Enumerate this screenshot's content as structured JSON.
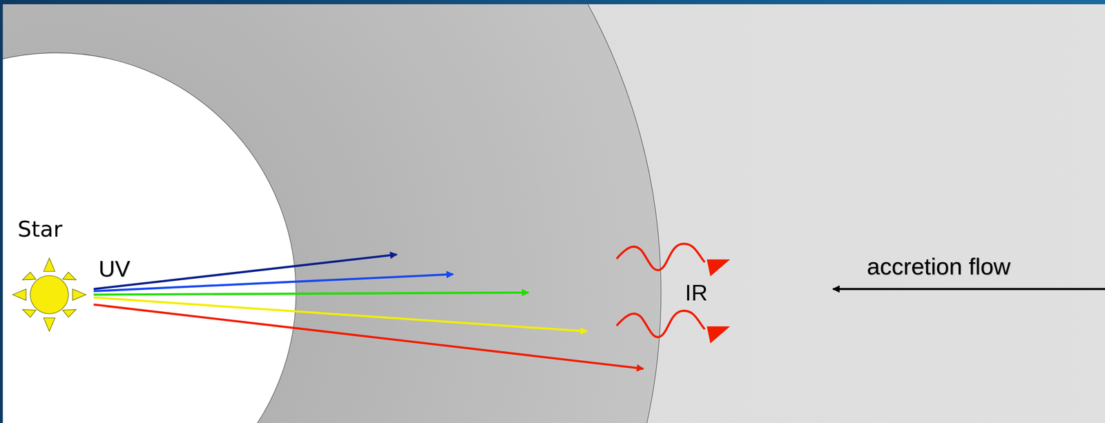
{
  "diagram": {
    "labels": [
      "Star",
      "UV",
      "IR",
      "accretion flow"
    ]
  }
}
